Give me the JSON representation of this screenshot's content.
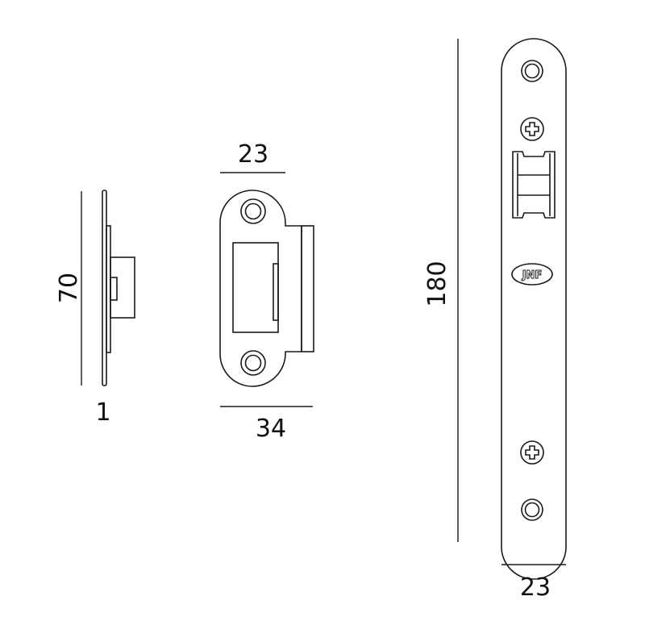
{
  "side_view": {
    "height_label": "70",
    "thickness_label": "1"
  },
  "strike_plate": {
    "top_width_label": "23",
    "total_width_label": "34"
  },
  "faceplate": {
    "height_label": "180",
    "width_label": "23",
    "logo_text": "JNF"
  }
}
